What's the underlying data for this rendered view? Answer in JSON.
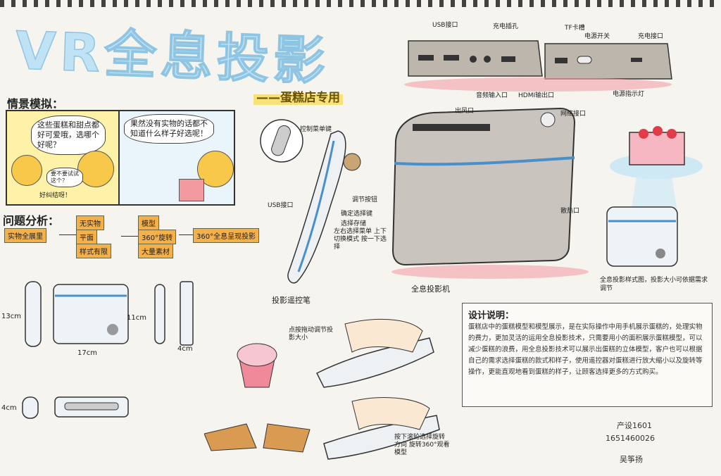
{
  "title": "VR全息投影",
  "subtitle": "——蛋糕店专用",
  "scene": {
    "label": "情景模拟：",
    "bubble1": "这些蛋糕和甜点都好可爱哦，选哪个好呢？",
    "bubble2": "要不要试试这个？",
    "bubble3": "好纠结呀！",
    "bubble4": "果然没有实物的话都不知道什么样子好选呢！"
  },
  "analysis": {
    "label": "问题分析：",
    "source": "实物全展里",
    "mid": [
      "无实物",
      "平面",
      "样式有限"
    ],
    "right": [
      "模型",
      "360°旋转",
      "大量素材"
    ],
    "result": "360°全息呈现投影"
  },
  "dims": {
    "height": "13cm",
    "width": "17cm",
    "depth": "11cm",
    "thick": "4cm",
    "thick2": "4cm"
  },
  "ports": {
    "usb": "USB接口",
    "power": "充电插孔",
    "tf": "TF卡槽",
    "switch": "电源开关",
    "charge": "充电接口",
    "hdmi": "HDMI输出口",
    "audio": "音频输入口",
    "indicator": "电源指示灯",
    "net": "网络接口",
    "out": "出风口",
    "vent": "散热口",
    "remote_usb": "USB接口",
    "remote_key": "控制菜单键",
    "remote_note1": "调节按钮",
    "remote_note2": "确定选择键",
    "remote_note3": "选择存储",
    "remote_note4": "左右选择菜单 上下切换模式 按一下选择",
    "projector": "全息投影机",
    "remote": "投影遥控笔",
    "caption_right": "全息投影样式图，投影大小可依据需求调节"
  },
  "usage": {
    "note1": "点按拖动调节投影大小",
    "note2": "按下滚轮选择旋转方向 旋转360°观看模型"
  },
  "design": {
    "title": "设计说明：",
    "body": "蛋糕店中的蛋糕模型和模型展示，是在实际操作中用手机展示蛋糕的，处理实物的费力，更加灵活的运用全息投影技术，只需要用小的面积展示蛋糕模型，可以减少蛋糕的浪费，用全息投影技术可以展示出蛋糕的立体模型，客户也可以根据自己的需求选择蛋糕的款式和样子，使用遥控器对蛋糕进行放大缩小以及旋转等操作，更能直观地看到蛋糕的样子，让顾客选择更多的方式购买。"
  },
  "signature": {
    "class": "产设1601",
    "id": "1651460026",
    "name": "吴筝扬"
  },
  "colors": {
    "title": "#bfe3f5",
    "box": "#f4b04a",
    "pink": "#f3a0a6",
    "device": "#bdb6ad"
  }
}
